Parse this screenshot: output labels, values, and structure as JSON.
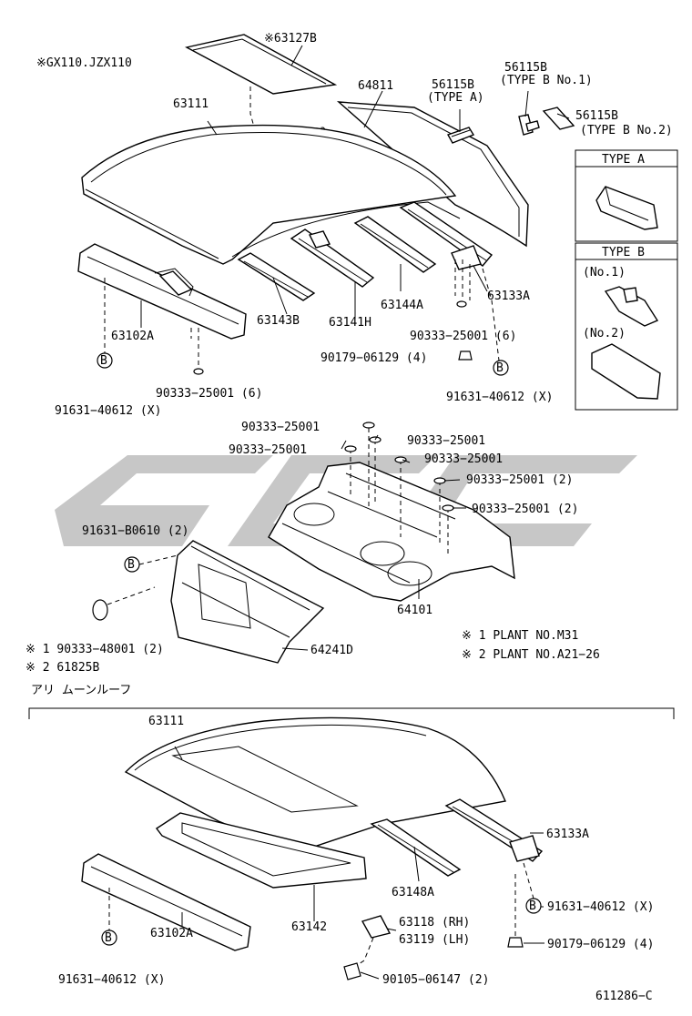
{
  "note_top": "※GX110.JZX110",
  "plant_notes": [
    "※ 1 PLANT NO.M31",
    "※ 2 PLANT NO.A21−26"
  ],
  "section_label": "アリ ムーンルーフ",
  "code": "611286−C",
  "box": {
    "type_a": "TYPE A",
    "type_b": "TYPE B",
    "no1": "(No.1)",
    "no2": "(No.2)"
  },
  "labels": {
    "l01": "※63127B",
    "l02": "64811",
    "l03": "56115B",
    "l04": "(TYPE A)",
    "l05": "56115B",
    "l06": "(TYPE B No.1)",
    "l07": "56115B",
    "l08": "(TYPE B No.2)",
    "l09": "63111",
    "l10": "63133A",
    "l11": "63144A",
    "l12": "63143B",
    "l13": "63141H",
    "l14": "63102A",
    "l15": "90333−25001 (6)",
    "l16": "90179−06129 (4)",
    "l17": "90333−25001 (6)",
    "l18": "91631−40612 (X)",
    "l19": "91631−40612 (X)",
    "l20": "90333−25001",
    "l21": "90333−25001",
    "l22": "90333−25001",
    "l23": "90333−25001",
    "l24": "90333−25001 (2)",
    "l25": "90333−25001 (2)",
    "l26": "91631−B0610 (2)",
    "l27": "64101",
    "l28": "※ 1 90333−48001 (2)",
    "l29": "※ 2 61825B",
    "l30": "64241D",
    "l31": "63111",
    "l32": "63133A",
    "l33": "63148A",
    "l34": "63142",
    "l35": "63118 (RH)",
    "l36": "63119 (LH)",
    "l37": "91631−40612 (X)",
    "l38": "90179−06129 (4)",
    "l39": "63102A",
    "l40": "91631−40612 (X)",
    "l41": "90105−06147 (2)"
  },
  "callout_letter": "B"
}
